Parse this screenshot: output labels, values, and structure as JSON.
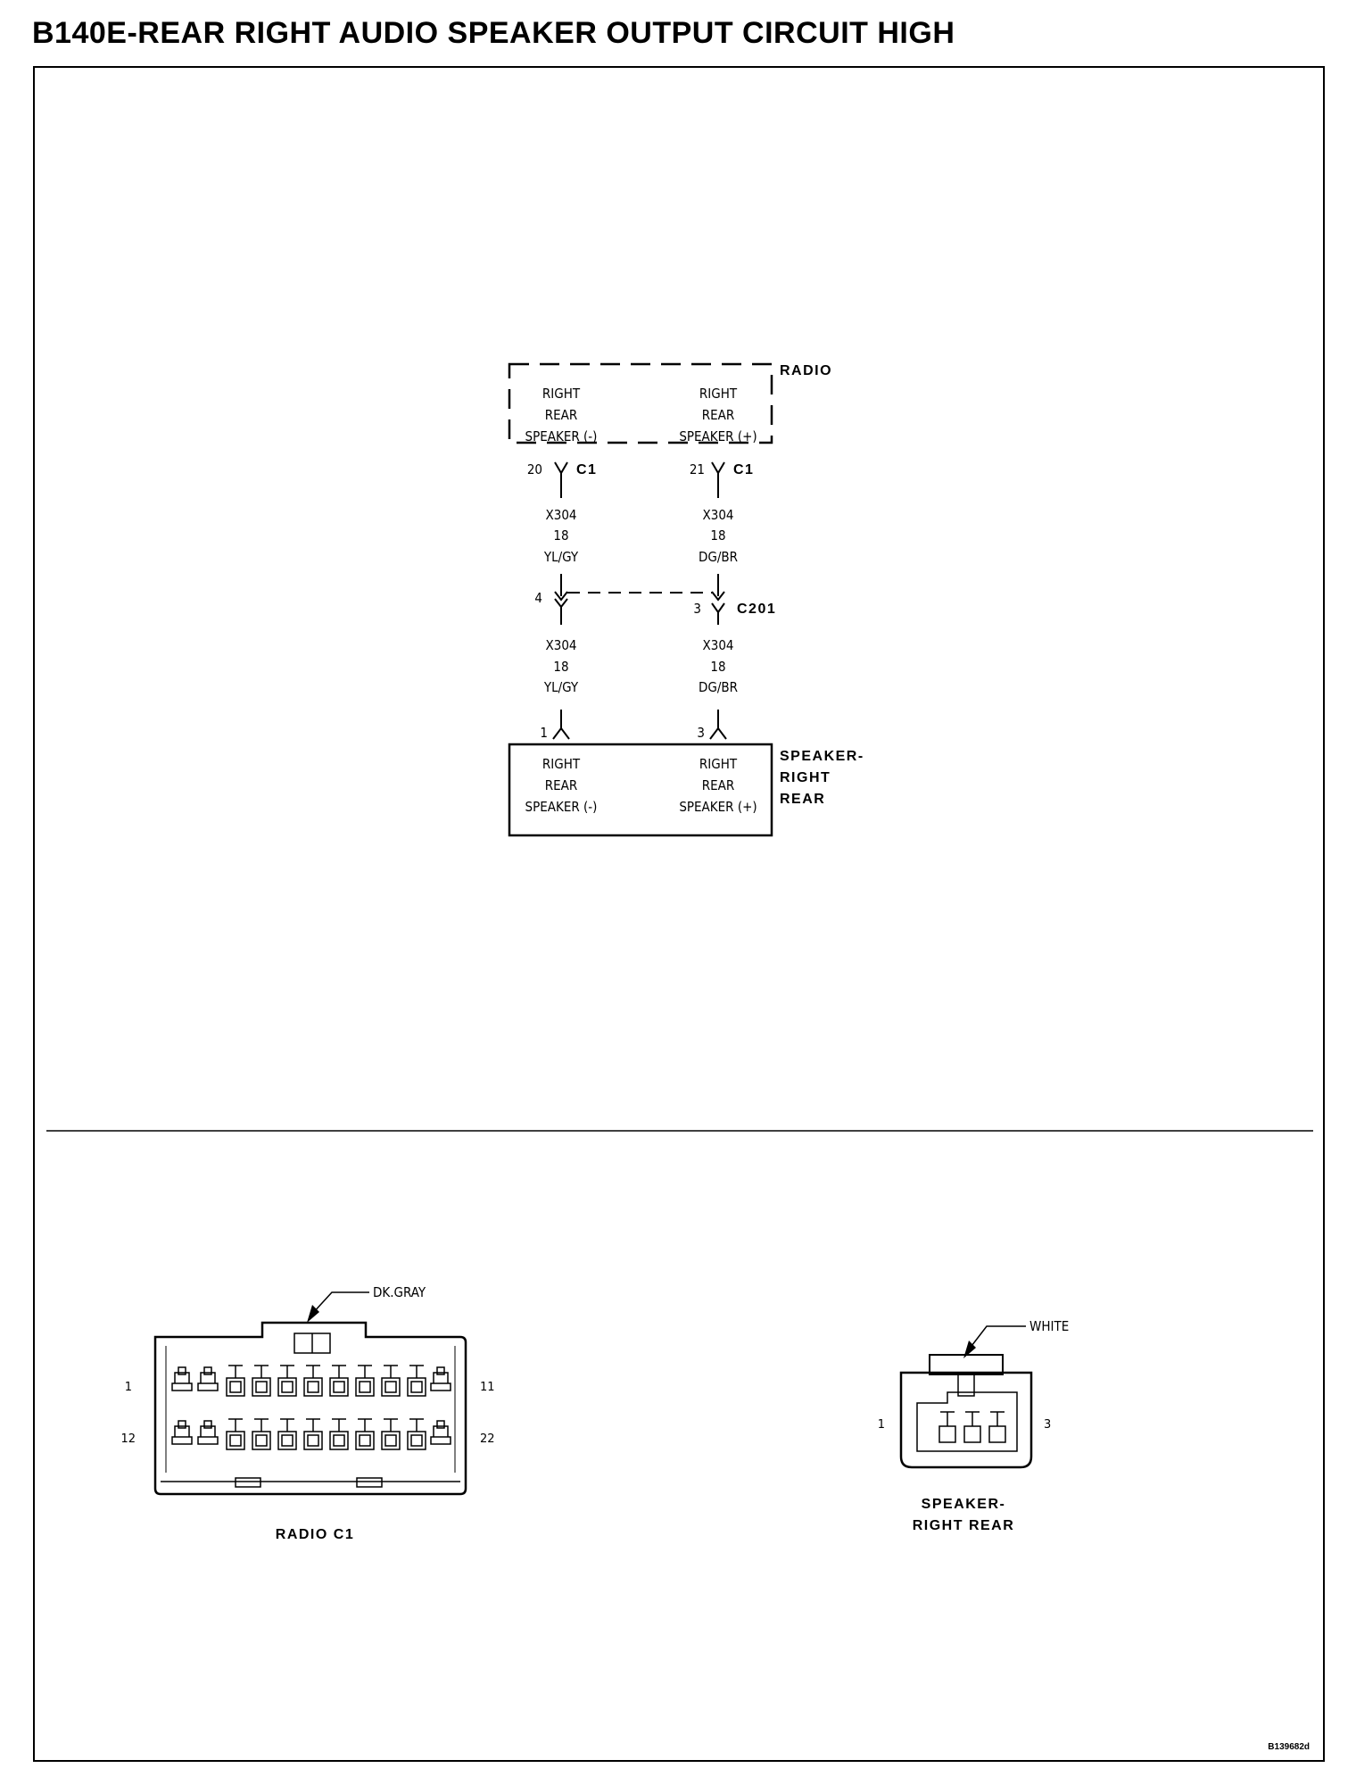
{
  "title": "B140E-REAR RIGHT AUDIO SPEAKER OUTPUT CIRCUIT HIGH",
  "radio": {
    "name": "RADIO",
    "left_terminal": [
      "RIGHT",
      "REAR",
      "SPEAKER (-)"
    ],
    "right_terminal": [
      "RIGHT",
      "REAR",
      "SPEAKER (+)"
    ]
  },
  "radio_pins": {
    "left": {
      "pin": "20",
      "connector": "C1"
    },
    "right": {
      "pin": "21",
      "connector": "C1"
    }
  },
  "wires_upper": {
    "left": [
      "X304",
      "18",
      "YL/GY"
    ],
    "right": [
      "X304",
      "18",
      "DG/BR"
    ]
  },
  "c201": {
    "name": "C201",
    "left_pin": "4",
    "right_pin": "3"
  },
  "wires_lower": {
    "left": [
      "X304",
      "18",
      "YL/GY"
    ],
    "right": [
      "X304",
      "18",
      "DG/BR"
    ]
  },
  "speaker": {
    "name": [
      "SPEAKER-",
      "RIGHT",
      "REAR"
    ],
    "left_pin": "1",
    "right_pin": "3",
    "left_terminal": [
      "RIGHT",
      "REAR",
      "SPEAKER (-)"
    ],
    "right_terminal": [
      "RIGHT",
      "REAR",
      "SPEAKER (+)"
    ]
  },
  "radio_c1_view": {
    "color": "DK.GRAY",
    "pin_top_left": "1",
    "pin_top_right": "11",
    "pin_bottom_left": "12",
    "pin_bottom_right": "22",
    "label": "RADIO C1"
  },
  "speaker_view": {
    "color": "WHITE",
    "pin_left": "1",
    "pin_right": "3",
    "label": [
      "SPEAKER-",
      "RIGHT REAR"
    ]
  },
  "figure_id": "B139682d"
}
